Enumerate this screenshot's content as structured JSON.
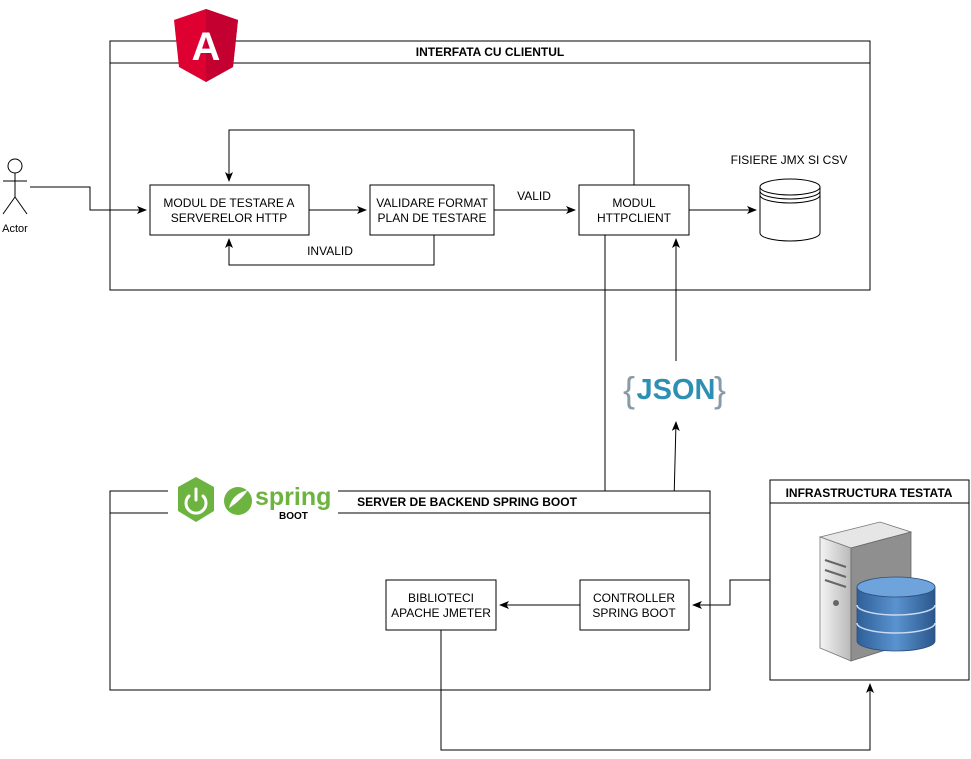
{
  "frontend": {
    "title": "INTERFATA CU CLIENTUL",
    "modules": {
      "testing_module": [
        "MODUL DE TESTARE A",
        "SERVERELOR HTTP"
      ],
      "validation": [
        "VALIDARE FORMAT",
        "PLAN DE TESTARE"
      ],
      "httpclient": [
        "MODUL",
        "HTTPCLIENT"
      ]
    },
    "storage_label": "FISIERE JMX SI CSV",
    "edge_valid": "VALID",
    "edge_invalid": "INVALID",
    "angular_logo_letter": "A"
  },
  "actor": {
    "label": "Actor"
  },
  "json_badge": {
    "text": "JSON",
    "open_brace": "{",
    "close_brace": "}"
  },
  "backend": {
    "title": "SERVER DE BACKEND SPRING BOOT",
    "modules": {
      "jmeter": [
        "BIBLIOTECI",
        "APACHE JMETER"
      ],
      "controller": [
        "CONTROLLER",
        "SPRING BOOT"
      ]
    },
    "logo": {
      "word": "spring",
      "sub": "BOOT"
    }
  },
  "infrastructure": {
    "title": "INFRASTRUCTURA TESTATA",
    "icon": "server-database-icon"
  },
  "colors": {
    "angular_red": "#DD0031",
    "angular_dark": "#C3002F",
    "spring_green": "#6DB33F",
    "json_blue": "#2E8FB5",
    "brace_gray": "#8A9BA8",
    "db_blue": "#3F78B5"
  }
}
